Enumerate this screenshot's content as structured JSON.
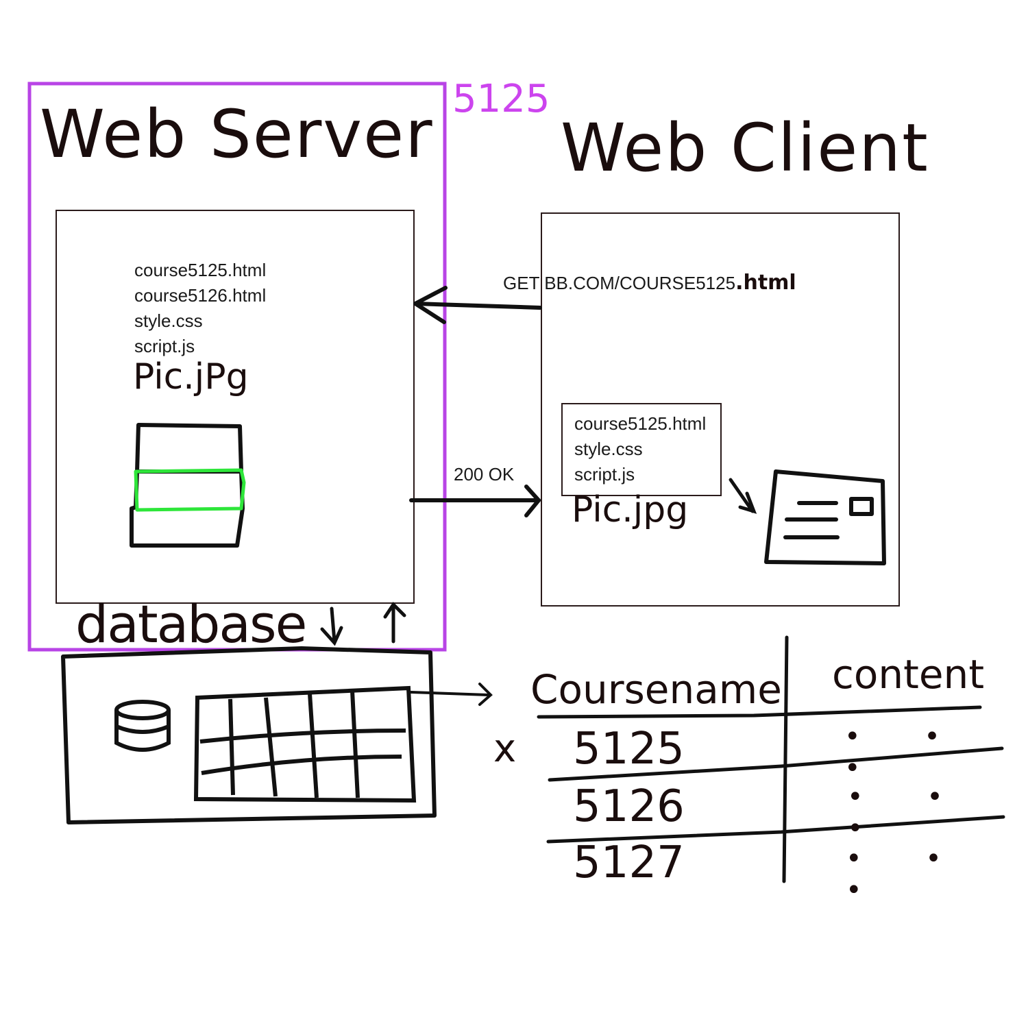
{
  "annotation": {
    "number": "5125",
    "color": "#cc44ee"
  },
  "server": {
    "title": "Web Server",
    "frame_color": "#b844e6",
    "files": [
      "course5125.html",
      "course5126.html",
      "style.css",
      "script.js"
    ],
    "image_file": "Pic.jPg",
    "highlight_color": "#2ee63a"
  },
  "client": {
    "title": "Web Client",
    "request_prefix": "GET BB.COM/COURSE5125",
    "request_suffix": ".html",
    "received_files": [
      "course5125.html",
      "style.css",
      "script.js"
    ],
    "image_file": "Pic.jpg"
  },
  "response": {
    "status": "200 OK"
  },
  "database": {
    "label": "database",
    "table_header": {
      "col1": "Coursename",
      "col2": "content"
    },
    "rows": [
      {
        "course": "5125",
        "content": "• • •"
      },
      {
        "course": "5126",
        "content": "• • •"
      },
      {
        "course": "5127",
        "content": "• • •"
      }
    ],
    "marker": "x"
  }
}
